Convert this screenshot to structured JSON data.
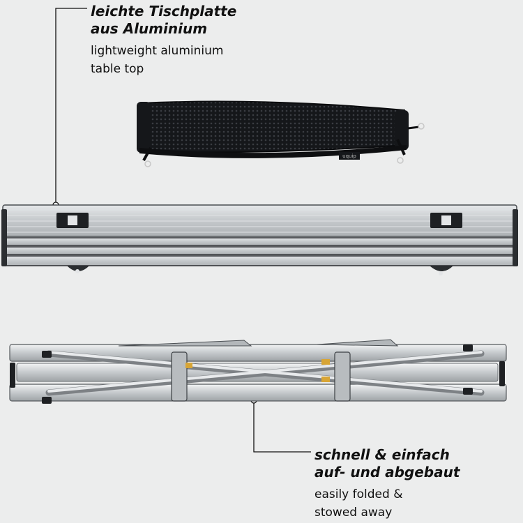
{
  "callouts": {
    "top": {
      "title_line1": "leichte Tischplatte",
      "title_line2": "aus Aluminium",
      "subtitle_line1": "lightweight aluminium",
      "subtitle_line2": "table top"
    },
    "bottom": {
      "title_line1": "schnell & einfach",
      "title_line2": "auf- und abgebaut",
      "subtitle_line1": "easily folded &",
      "subtitle_line2": "stowed away"
    }
  },
  "bag": {
    "brand": "uquip"
  },
  "colors": {
    "background": "#eceded",
    "aluminium": "#c9ccce",
    "bag": "#15171a",
    "accent_gold": "#d8a535"
  }
}
